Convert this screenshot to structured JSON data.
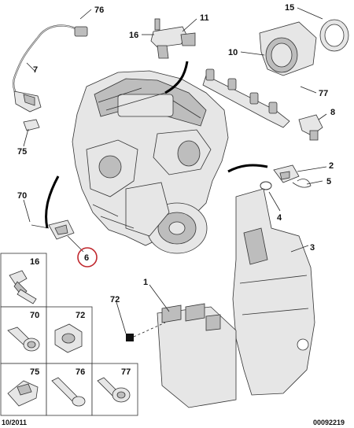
{
  "callouts": {
    "c76_top": "76",
    "c16_top": "16",
    "c11": "11",
    "c15": "15",
    "c10": "10",
    "c7": "7",
    "c77_right": "77",
    "c8": "8",
    "c75_left": "75",
    "c2": "2",
    "c70_left": "70",
    "c5": "5",
    "c4": "4",
    "c6": "6",
    "c3": "3",
    "c1": "1",
    "c72_left": "72"
  },
  "fastener_table": {
    "cell_16": "16",
    "cell_70": "70",
    "cell_72": "72",
    "cell_75": "75",
    "cell_76": "76",
    "cell_77": "77"
  },
  "footer": {
    "date": "10/2011",
    "reference": "00092219"
  }
}
